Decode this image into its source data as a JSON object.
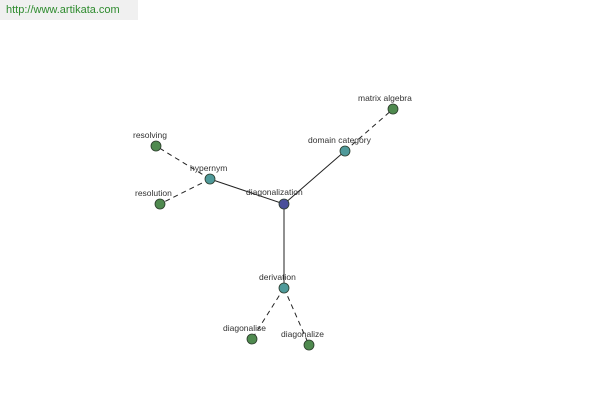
{
  "header": {
    "url": "http://www.artikata.com"
  },
  "graph": {
    "colors": {
      "edge": "#222222",
      "center_fill": "#4a4f9a",
      "relation_fill": "#4f9a9a",
      "leaf_fill": "#4f8a4f",
      "node_stroke": "#2a3a2a"
    },
    "nodes": [
      {
        "id": "diagonalization",
        "label": "diagonalization",
        "kind": "center"
      },
      {
        "id": "hypernym",
        "label": "hypernym",
        "kind": "relation"
      },
      {
        "id": "domain-category",
        "label": "domain category",
        "kind": "relation"
      },
      {
        "id": "derivation",
        "label": "derivation",
        "kind": "relation"
      },
      {
        "id": "resolving",
        "label": "resolving",
        "kind": "leaf"
      },
      {
        "id": "resolution",
        "label": "resolution",
        "kind": "leaf"
      },
      {
        "id": "matrix-algebra",
        "label": "matrix algebra",
        "kind": "leaf"
      },
      {
        "id": "diagonalise",
        "label": "diagonalise",
        "kind": "leaf"
      },
      {
        "id": "diagonalize",
        "label": "diagonalize",
        "kind": "leaf"
      }
    ],
    "edges": [
      {
        "from": "diagonalization",
        "to": "hypernym",
        "style": "solid"
      },
      {
        "from": "diagonalization",
        "to": "domain-category",
        "style": "solid"
      },
      {
        "from": "diagonalization",
        "to": "derivation",
        "style": "solid"
      },
      {
        "from": "hypernym",
        "to": "resolving",
        "style": "dashed"
      },
      {
        "from": "hypernym",
        "to": "resolution",
        "style": "dashed"
      },
      {
        "from": "domain-category",
        "to": "matrix-algebra",
        "style": "dashed"
      },
      {
        "from": "derivation",
        "to": "diagonalise",
        "style": "dashed"
      },
      {
        "from": "derivation",
        "to": "diagonalize",
        "style": "dashed"
      }
    ]
  }
}
